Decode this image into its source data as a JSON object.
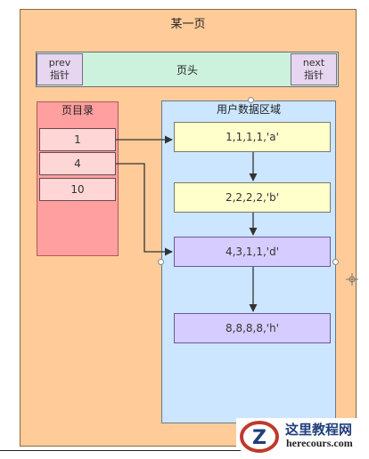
{
  "page": {
    "title": "某一页"
  },
  "header": {
    "label": "页头",
    "prev": [
      "prev",
      "指针"
    ],
    "next": [
      "next",
      "指针"
    ]
  },
  "directory": {
    "title": "页目录",
    "slots": [
      "1",
      "4",
      "10"
    ]
  },
  "user_area": {
    "title": "用户数据区域",
    "records": [
      "1,1,1,1,'a'",
      "2,2,2,2,'b'",
      "4,3,1,1,'d'",
      "8,8,8,8,'h'"
    ]
  },
  "watermark": {
    "cn": "这里教程网",
    "en": "herecours.com"
  }
}
